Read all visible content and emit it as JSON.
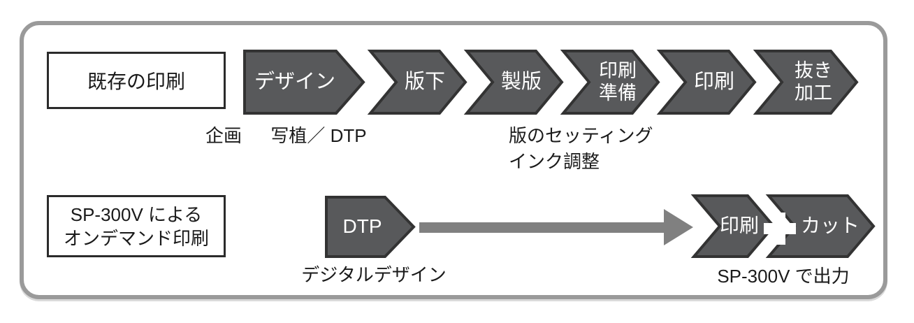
{
  "colors": {
    "frame_border": "#9a9a9a",
    "step_fill": "#58595b",
    "step_border": "#333333",
    "step_text": "#ffffff",
    "connector_arrow": "#808080",
    "label_box_border": "#2b2b2b",
    "text": "#1a1a1a",
    "background": "#ffffff"
  },
  "existing_flow": {
    "row_label": "既存の印刷",
    "steps": [
      {
        "label": "デザイン"
      },
      {
        "label": "版下"
      },
      {
        "label": "製版"
      },
      {
        "label": "印刷\n準備"
      },
      {
        "label": "印刷"
      },
      {
        "label": "抜き\n加工"
      }
    ],
    "annotations": [
      {
        "label": "企画"
      },
      {
        "label": "写植／ DTP"
      },
      {
        "label": "版のセッティング\nインク調整"
      }
    ]
  },
  "ondemand_flow": {
    "row_label": "SP-300V による\nオンデマンド印刷",
    "steps": [
      {
        "label": "DTP"
      },
      {
        "label": "印刷"
      },
      {
        "label": "カット"
      }
    ],
    "annotations": [
      {
        "label": "デジタルデザイン"
      },
      {
        "label": "SP-300V で出力"
      }
    ]
  }
}
